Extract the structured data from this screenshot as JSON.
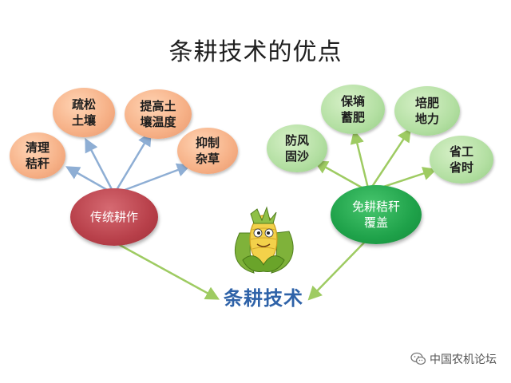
{
  "title": "条耕技术的优点",
  "center": {
    "label": "条耕技术"
  },
  "traditional": {
    "hub": "传统耕作",
    "leaves": [
      {
        "lines": [
          "清理",
          "秸秆"
        ]
      },
      {
        "lines": [
          "疏松",
          "土壤"
        ]
      },
      {
        "lines": [
          "提高土",
          "壤温度"
        ]
      },
      {
        "lines": [
          "抑制",
          "杂草"
        ]
      }
    ]
  },
  "no_till": {
    "hub_lines": [
      "免耕秸秆",
      "覆盖"
    ],
    "leaves": [
      {
        "lines": [
          "防风",
          "固沙"
        ]
      },
      {
        "lines": [
          "保墒",
          "蓄肥"
        ]
      },
      {
        "lines": [
          "培肥",
          "地力"
        ]
      },
      {
        "lines": [
          "省工",
          "省时"
        ]
      }
    ]
  },
  "watermark": "中国农机论坛",
  "colors": {
    "blue_arrow": "#8eaed4",
    "green_arrow": "#9ecb62",
    "title_blue": "#2e62a8"
  },
  "icons": [
    "corn-mascot-icon",
    "wechat-icon"
  ]
}
